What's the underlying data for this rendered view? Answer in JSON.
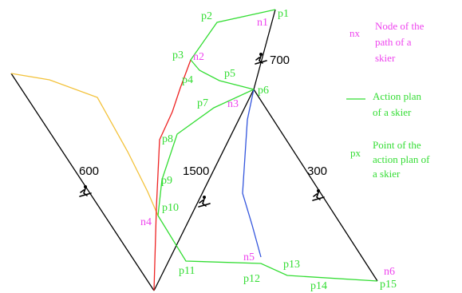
{
  "colors": {
    "black": "#000000",
    "green": "#33dd33",
    "magenta": "#ee44ee",
    "red": "#ee2222",
    "orange": "#f3c23a",
    "blue": "#3355dd",
    "white": "#ffffff"
  },
  "icons": {
    "skier": "skier-icon"
  },
  "labels": {
    "plan_points": [
      "p1",
      "p2",
      "p3",
      "p4",
      "p5",
      "p6",
      "p7",
      "p8",
      "p9",
      "p10",
      "p11",
      "p12",
      "p13",
      "p14",
      "p15"
    ],
    "nodes": [
      "n1",
      "n2",
      "n3",
      "n4",
      "n5",
      "n6"
    ],
    "elevations": {
      "e700": "700",
      "e600": "600",
      "e1500": "1500",
      "e300": "300"
    }
  },
  "legend": {
    "node_symbol": "nx",
    "node_lines": [
      "Node of the",
      "path of a",
      "skier"
    ],
    "plan_lines": [
      "Action plan",
      "of a skier"
    ],
    "point_symbol": "px",
    "point_lines": [
      "Point of the",
      "action plan of",
      "a skier"
    ]
  }
}
